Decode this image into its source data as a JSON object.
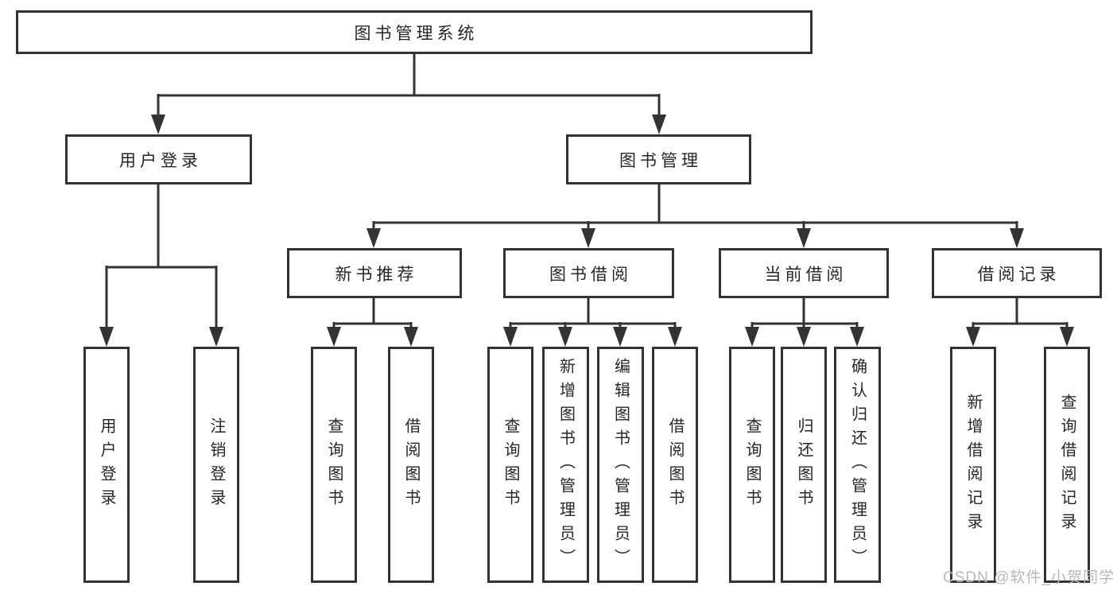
{
  "tree": {
    "label": "图书管理系统",
    "children": [
      {
        "label": "用户登录",
        "children": [
          {
            "label": "用户登录"
          },
          {
            "label": "注销登录"
          }
        ]
      },
      {
        "label": "图书管理",
        "children": [
          {
            "label": "新书推荐",
            "children": [
              {
                "label": "查询图书"
              },
              {
                "label": "借阅图书"
              }
            ]
          },
          {
            "label": "图书借阅",
            "children": [
              {
                "label": "查询图书"
              },
              {
                "label": "新增图书（管理员）"
              },
              {
                "label": "编辑图书（管理员）"
              },
              {
                "label": "借阅图书"
              }
            ]
          },
          {
            "label": "当前借阅",
            "children": [
              {
                "label": "查询图书"
              },
              {
                "label": "归还图书"
              },
              {
                "label": "确认归还（管理员）"
              }
            ]
          },
          {
            "label": "借阅记录",
            "children": [
              {
                "label": "新增借阅记录"
              },
              {
                "label": "查询借阅记录"
              }
            ]
          }
        ]
      }
    ]
  },
  "watermark": {
    "text": "CSDN @软件_小贺同学",
    "color": "#b8b8b8"
  },
  "colors": {
    "line": "#333333",
    "text": "#262626",
    "background": "#ffffff"
  }
}
